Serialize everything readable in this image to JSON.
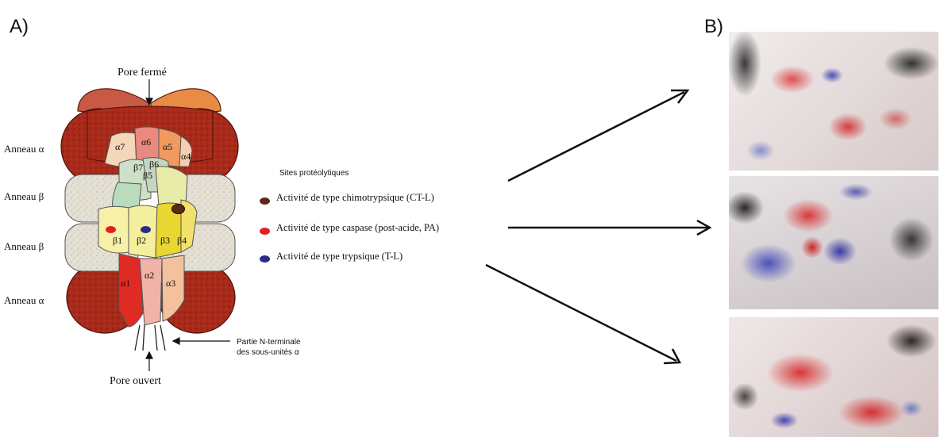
{
  "panel_a": {
    "label": "A)",
    "pore_top": "Pore fermé",
    "pore_bottom": "Pore ouvert",
    "ring_labels": [
      {
        "text": "Anneau α"
      },
      {
        "text": "Anneau β"
      },
      {
        "text": "Anneau β"
      },
      {
        "text": "Anneau α"
      }
    ],
    "nterm_lines": [
      "Partie N-terminale",
      "des sous-unités α"
    ],
    "subunits": {
      "a7": "α7",
      "a6": "α6",
      "a5": "α5",
      "a4": "α4",
      "b7": "β7",
      "b6": "β6",
      "b5": "β5",
      "b1": "β1",
      "b2": "β2",
      "b3": "β3",
      "b4": "β4",
      "a1": "α1",
      "a2": "α2",
      "a3": "α3"
    },
    "colors": {
      "ring_alpha": "#a8291a",
      "ring_beta": "#e6e1d6",
      "dot_ctl": "#5a2a14",
      "dot_pa": "#e31e24",
      "dot_tl": "#2a2a8c"
    }
  },
  "legend": {
    "title": "Sites protéolytiques",
    "items": [
      {
        "text": "Activité de type chimotrypsique (CT-L)",
        "color": "#5a2a14"
      },
      {
        "text": "Activité de type caspase (post-acide, PA)",
        "color": "#e31e24"
      },
      {
        "text": "Activité de type trypsique (T-L)",
        "color": "#2a2a8c"
      }
    ]
  },
  "panel_b": {
    "label": "B)"
  }
}
